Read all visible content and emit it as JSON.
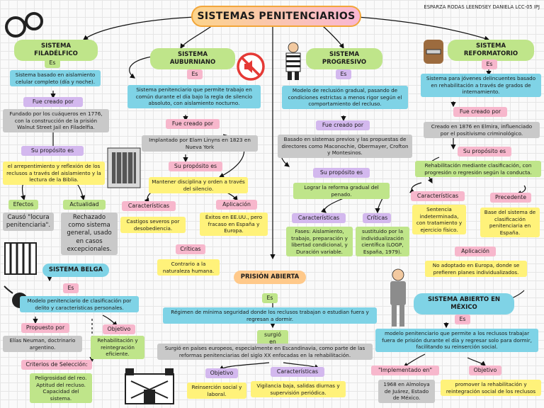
{
  "header": {
    "title": "SISTEMAS PENITENCIARIOS",
    "author": "ESPARZA RODAS LEENDSEY DANIELA LCC-05 IPJ"
  },
  "filadelfico": {
    "title": "SISTEMA FILADÉLFICO",
    "es": "Es",
    "def": "Sistema basado en aislamiento celular completo (día y noche).",
    "creado_label": "Fue creado por",
    "creado": "Fundado por los cuáqueros en 1776, con la construcción de la prisión Walnut Street Jail en Filadelfia.",
    "proposito_label": "Su propósito es",
    "proposito": "el arrepentimiento y reflexión de los reclusos a través del aislamiento y la lectura de la Biblia.",
    "efectos_label": "Efectos",
    "efectos": "Causó \"locura penitenciaria\".",
    "actualidad_label": "Actualidad",
    "actualidad": "Rechazado como sistema general, usado en casos excepcionales."
  },
  "auburniano": {
    "title": "SISTEMA AUBURNIANO",
    "es": "Es",
    "def": "Sistema penitenciario que permite trabajo en común durante el día bajo la regla de silencio absoluto, con aislamiento nocturno.",
    "creado_label": "Fue creado por",
    "creado": "Implantado por Elam Linyns en 1823 en Nueva York",
    "proposito_label": "Su propósito es",
    "proposito": "Mantener disciplina y orden a través del silencio.",
    "caracteristicas_label": "Características",
    "caracteristicas": "Castigos severos por desobediencia.",
    "aplicacion_label": "Aplicación",
    "aplicacion": "Éxitos en EE.UU., pero fracaso en España y Europa.",
    "criticas_label": "Críticas",
    "criticas": "Contrario a la naturaleza humana."
  },
  "progresivo": {
    "title": "SISTEMA PROGRESIVO",
    "es": "Es",
    "def": "Modelo de reclusión gradual, pasando de condiciones estrictas a menos rigor según el comportamiento del recluso.",
    "creado_label": "Fue creado por",
    "creado": "Basado en sistemas previos y las propuestas de directores como Maconochie, Obermayer, Crofton y Montesinos.",
    "proposito_label": "Su propósito es",
    "proposito": "Lograr la reforma gradual del penado.",
    "caracteristicas_label": "Características",
    "caracteristicas": "Fases: Aislamiento, trabajo, preparación y libertad condicional, y Duración variable.",
    "criticas_label": "Críticas",
    "criticas": "sustituido por la individualización científica (LOGP, España, 1979)."
  },
  "reformatorio": {
    "title": "SISTEMA REFORMATORIO",
    "es": "Es",
    "def": "Sistema para jóvenes delincuentes basado en rehabilitación a través de grados de internamiento.",
    "creado_label": "Fue creado por",
    "creado": "Creado en 1876 en Elmira, influenciado por el positivismo criminológico.",
    "proposito_label": "Su propósito es",
    "proposito": "Rehabilitación mediante clasificación, con progresión o regresión según la conducta.",
    "caracteristicas_label": "Características",
    "caracteristicas": "Sentencia indeterminada, con tratamiento y ejercicio físico.",
    "precedente_label": "Precedente",
    "precedente": "Base del sistema de clasificación penitenciaria en España.",
    "aplicacion_label": "Aplicación",
    "aplicacion": "No adoptado en Europa, donde se prefieren planes individualizados."
  },
  "belga": {
    "title": "SISTEMA BELGA",
    "es": "Es",
    "def": "Modelo penitenciario de clasificación por delito y características personales.",
    "propuesto_label": "Propuesto por",
    "propuesto": "Elías Neuman, doctrinario argentino.",
    "objetivo_label": "Objetivo",
    "objetivo": "Rehabilitación y reintegración eficiente.",
    "criterios_label": "Criterios de Selección:",
    "criterios": "Peligrosidad del reo. Aptitud del recluso. Capacidad del sistema."
  },
  "abierta": {
    "title": "PRISIÓN ABIERTA",
    "es": "Es",
    "def": "Régimen de mínima seguridad donde los reclusos trabajan o estudian fuera y regresan a dormir.",
    "surgio_label": "surgió en",
    "surgio": "Surgió en países europeos, especialmente en Escandinavia, como parte de las reformas penitenciarias del siglo XX enfocadas en la rehabilitación.",
    "objetivo_label": "Objetivo",
    "objetivo": "Reinserción social y laboral.",
    "caracteristicas_label": "Características",
    "caracteristicas": "Vigilancia baja, salidas diurnas y supervisión periódica."
  },
  "mexico": {
    "title": "SISTEMA ABIERTO EN MÉXICO",
    "es": "Es",
    "def": "modelo penitenciario que permite a los reclusos trabajar fuera de prisión durante el día y regresar solo para dormir, facilitando su reinserción social.",
    "implementado_label": "\"Implementado en\"",
    "implementado": "1968 en Almoloya de Juárez, Estado de México.",
    "objetivo_label": "Objetivo",
    "objetivo": "promover la rehabilitación y reintegración social de los reclusos"
  },
  "icons": [
    "handcuffs-icon",
    "no-sound-icon",
    "prisoner-icon",
    "cuffed-hands-icon",
    "cell-window-icon",
    "jail-bars-icon",
    "ball-chain-icon",
    "inmate-icon",
    "prison-building-icon"
  ],
  "colors": {
    "blue": "#7fd3e6",
    "yellow": "#fff27a",
    "green": "#bfe58a",
    "gray": "#c9c9c9",
    "pink": "#f7b7cc",
    "purple": "#d3b8ee",
    "orange": "#ffc98a"
  }
}
